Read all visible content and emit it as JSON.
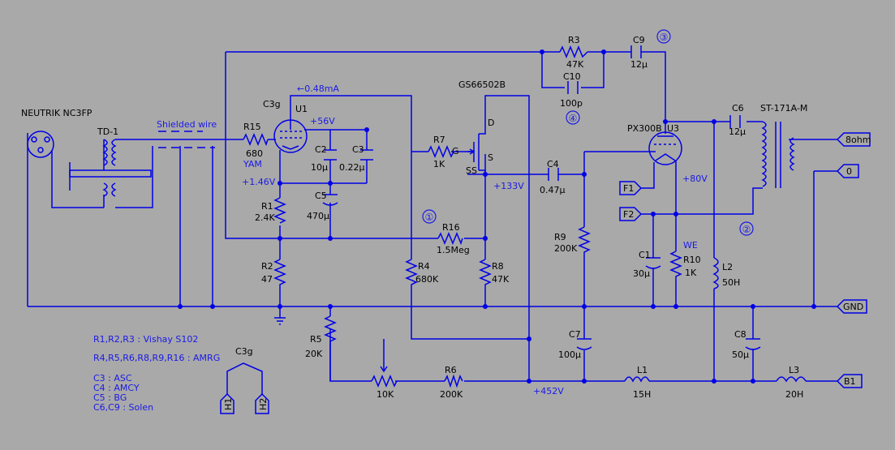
{
  "components": {
    "r1": {
      "ref": "R1",
      "value": "2.4K"
    },
    "r2": {
      "ref": "R2",
      "value": "47"
    },
    "r3": {
      "ref": "R3",
      "value": "47K"
    },
    "r4": {
      "ref": "R4",
      "value": "680K"
    },
    "r5": {
      "ref": "R5",
      "value": "20K"
    },
    "r6": {
      "ref": "R6",
      "value": "200K"
    },
    "r7": {
      "ref": "R7",
      "value": "1K"
    },
    "r8": {
      "ref": "R8",
      "value": "47K"
    },
    "r9": {
      "ref": "R9",
      "value": "200K"
    },
    "r10": {
      "ref": "R10",
      "value": "1K",
      "note": "WE"
    },
    "r15": {
      "ref": "R15",
      "value": "680",
      "note": "YAM"
    },
    "r16": {
      "ref": "R16",
      "value": "1.5Meg"
    },
    "pot": {
      "value": "10K"
    },
    "c1": {
      "ref": "C1",
      "value": "30µ"
    },
    "c2": {
      "ref": "C2",
      "value": "10µ"
    },
    "c3": {
      "ref": "C3",
      "value": "0.22µ"
    },
    "c4": {
      "ref": "C4",
      "value": "0.47µ"
    },
    "c5": {
      "ref": "C5",
      "value": "470µ"
    },
    "c6": {
      "ref": "C6",
      "value": "12µ"
    },
    "c7": {
      "ref": "C7",
      "value": "100µ"
    },
    "c8": {
      "ref": "C8",
      "value": "50µ"
    },
    "c9": {
      "ref": "C9",
      "value": "12µ"
    },
    "c10": {
      "ref": "C10",
      "value": "100p"
    },
    "l1": {
      "ref": "L1",
      "value": "15H"
    },
    "l2": {
      "ref": "L2",
      "value": "50H"
    },
    "l3": {
      "ref": "L3",
      "value": "20H"
    },
    "u1": {
      "ref": "U1",
      "type": "C3g"
    },
    "u3": {
      "ref": "U3",
      "type": "PX300B"
    },
    "fet": {
      "type": "GS66502B",
      "d": "D",
      "g": "G",
      "s": "S",
      "ss": "SS"
    },
    "connector": "NEUTRIK NC3FP",
    "td1": "TD-1",
    "outtrans": "ST-171A-M",
    "shielded": "Shielded wire"
  },
  "voltages": {
    "u1_current": "←0.48mA",
    "u1_plate": "+56V",
    "u1_cathode": "+1.46V",
    "fet_source": "+133V",
    "u3_cathode": "+80V",
    "b_plus": "+452V"
  },
  "markers": [
    "①",
    "②",
    "③",
    "④"
  ],
  "ports": {
    "out8": "8ohm",
    "out0": "0",
    "gnd": "GND",
    "b1": "B1",
    "f1": "F1",
    "f2": "F2",
    "h1": "H1",
    "h2": "H2"
  },
  "heater_label": "C3g",
  "notes": [
    "R1,R2,R3 : Vishay S102",
    "R4,R5,R6,R8,R9,R16 : AMRG",
    "C3 : ASC",
    "C4 : AMCY",
    "C5 : BG",
    "C6,C9 : Solen"
  ]
}
